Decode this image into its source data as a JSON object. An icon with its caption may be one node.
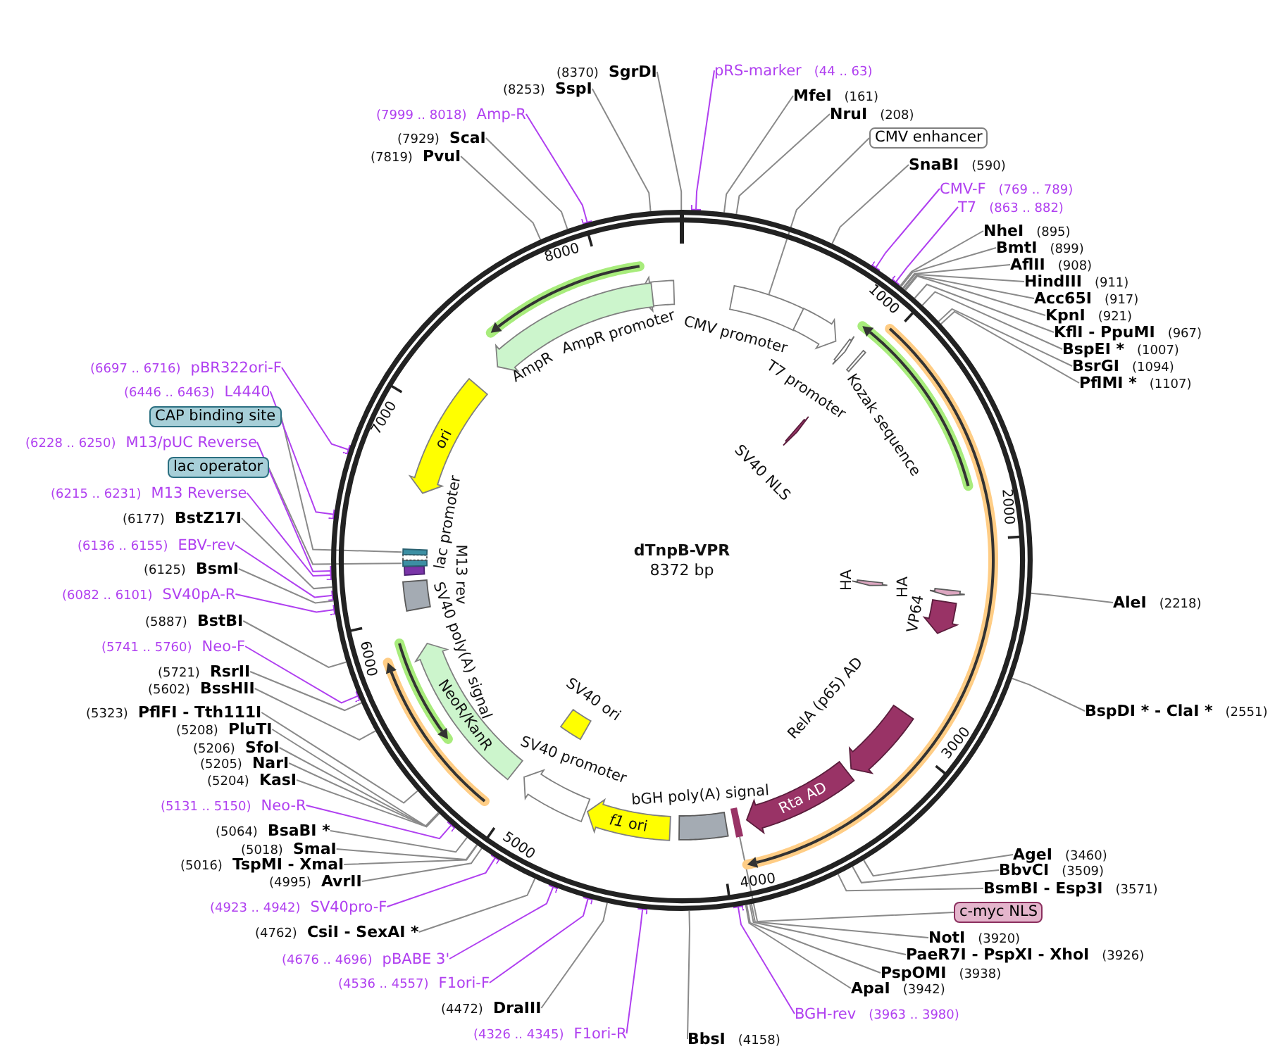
{
  "diagram": {
    "nodes": [
      {
        "text": [
          "dTnpB-VPR",
          "8372 bp"
        ]
      },
      {
        "text": [],
        "shape": "box",
        "in": 0
      },
      {
        "text": [
          "CMV promoter"
        ],
        "in": 0
      },
      {
        "text": [
          "T7 promoter"
        ],
        "in": 0
      },
      {
        "text": [
          "Kozak sequence"
        ],
        "in": 0
      },
      {
        "text": [
          "SV40 NLS"
        ],
        "in": 0
      },
      {
        "text": [
          "HA"
        ],
        "in": 0
      },
      {
        "text": [
          "HA"
        ],
        "in": 0
      },
      {
        "text": [
          "VP64"
        ],
        "in": 0
      },
      {
        "text": [
          "RelA (p65) AD"
        ],
        "in": 0
      },
      {
        "text": [
          "Rta AD"
        ],
        "in": 0
      },
      {
        "text": [],
        "shape": "bar",
        "in": 0
      },
      {
        "text": [
          "bGH poly(A) signal"
        ],
        "in": 0
      },
      {
        "text": [
          "*f1* ori"
        ],
        "in": 0
      },
      {
        "text": [
          "SV40 promoter"
        ],
        "in": 0
      },
      {
        "text": [
          "SV40 ori"
        ],
        "in": 0
      },
      {
        "text": [
          "NeoR/KanR"
        ],
        "in": 0
      },
      {
        "text": [
          "SV40 poly(A) signal"
        ],
        "in": 0
      },
      {
        "text": [
          "M13 rev"
        ],
        "in": 0
      },
      {
        "text": [],
        "shape": "box",
        "in": 0
      },
      {
        "text": [
          "lac promoter"
        ],
        "in": 0
      },
      {
        "text": [],
        "shape": "box",
        "in": 0
      },
      {
        "text": [
          "ori"
        ],
        "in": 0
      },
      {
        "text": [
          "AmpR"
        ],
        "in": 0
      },
      {
        "text": [
          "AmpR promoter"
        ],
        "in": 0
      },
      {
        "text": [
          "pRS-marker",
          "(44 .. 63)"
        ]
      },
      {
        "text": [
          "MfeI",
          "(161)"
        ]
      },
      {
        "text": [
          "NruI",
          "(208)"
        ]
      },
      {
        "text": [
          "CMV enhancer"
        ]
      },
      {
        "text": [
          "SnaBI",
          "(590)"
        ]
      },
      {
        "text": [
          "CMV-F",
          "(769 .. 789)"
        ]
      },
      {
        "text": [
          "T7",
          "(863 .. 882)"
        ]
      },
      {
        "text": [
          "NheI",
          "(895)"
        ]
      },
      {
        "text": [
          "BmtI",
          "(899)"
        ]
      },
      {
        "text": [
          "AflII",
          "(908)"
        ]
      },
      {
        "text": [
          "HindIII",
          "(911)"
        ]
      },
      {
        "text": [
          "Acc65I",
          "(917)"
        ]
      },
      {
        "text": [
          "KpnI",
          "(921)"
        ]
      },
      {
        "text": [
          "KflI - PpuMI",
          "(967)"
        ]
      },
      {
        "text": [
          "BspEI *",
          "(1007)"
        ]
      },
      {
        "text": [
          "BsrGI",
          "(1094)"
        ]
      },
      {
        "text": [
          "PflMI *",
          "(1107)"
        ]
      },
      {
        "text": [
          "AleI",
          "(2218)"
        ]
      },
      {
        "text": [
          "BspDI * - ClaI *",
          "(2551)"
        ]
      },
      {
        "text": [
          "AgeI",
          "(3460)"
        ]
      },
      {
        "text": [
          "BbvCI",
          "(3509)"
        ]
      },
      {
        "text": [
          "BsmBI - Esp3I",
          "(3571)"
        ]
      },
      {
        "text": [
          "c-myc NLS"
        ]
      },
      {
        "text": [
          "NotI",
          "(3920)"
        ]
      },
      {
        "text": [
          "PaeR7I - PspXI - XhoI",
          "(3926)"
        ]
      },
      {
        "text": [
          "PspOMI",
          "(3938)"
        ]
      },
      {
        "text": [
          "ApaI",
          "(3942)"
        ]
      },
      {
        "text": [
          "BGH-rev",
          "(3963 .. 3980)"
        ]
      },
      {
        "text": [
          "BbsI",
          "(4158)"
        ]
      },
      {
        "text": [
          "(4326 .. 4345)",
          "F1ori-R"
        ]
      },
      {
        "text": [
          "(4472)",
          "DraIII"
        ]
      },
      {
        "text": [
          "(4536 .. 4557)",
          "F1ori-F"
        ]
      },
      {
        "text": [
          "(4676 .. 4696)",
          "pBABE 3'"
        ]
      },
      {
        "text": [
          "(4762)",
          "CsiI - SexAI *"
        ]
      },
      {
        "text": [
          "(4923 .. 4942)",
          "SV40pro-F"
        ]
      },
      {
        "text": [
          "(4995)",
          "AvrII"
        ]
      },
      {
        "text": [
          "(5016)",
          "TspMI - XmaI"
        ]
      },
      {
        "text": [
          "(5018)",
          "SmaI"
        ]
      },
      {
        "text": [
          "(5064)",
          "BsaBI *"
        ]
      },
      {
        "text": [
          "(5131 .. 5150)",
          "Neo-R"
        ]
      },
      {
        "text": [
          "(5204)",
          "KasI"
        ]
      },
      {
        "text": [
          "(5205)",
          "NarI"
        ]
      },
      {
        "text": [
          "(5206)",
          "SfoI"
        ]
      },
      {
        "text": [
          "(5208)",
          "PluTI"
        ]
      },
      {
        "text": [
          "(5323)",
          "PflFI - Tth111I"
        ]
      },
      {
        "text": [
          "(5602)",
          "BssHII"
        ]
      },
      {
        "text": [
          "(5721)",
          "RsrII"
        ]
      },
      {
        "text": [
          "(5741 .. 5760)",
          "Neo-F"
        ]
      },
      {
        "text": [
          "(5887)",
          "BstBI"
        ]
      },
      {
        "text": [
          "(6082 .. 6101)",
          "SV40pA-R"
        ]
      },
      {
        "text": [
          "(6125)",
          "BsmI"
        ]
      },
      {
        "text": [
          "(6136 .. 6155)",
          "EBV-rev"
        ]
      },
      {
        "text": [
          "(6177)",
          "BstZ17I"
        ]
      },
      {
        "text": [
          "(6215 .. 6231)",
          "M13 Reverse"
        ]
      },
      {
        "text": [
          "lac operator"
        ]
      },
      {
        "text": [
          "(6228 .. 6250)",
          "M13/pUC Reverse"
        ]
      },
      {
        "text": [
          "CAP binding site"
        ]
      },
      {
        "text": [
          "(6446 .. 6463)",
          "L4440"
        ]
      },
      {
        "text": [
          "(6697 .. 6716)",
          "pBR322ori-F"
        ]
      },
      {
        "text": [
          "(7819)",
          "PvuI"
        ]
      },
      {
        "text": [
          "(7929)",
          "ScaI"
        ]
      },
      {
        "text": [
          "(7999 .. 8018)",
          "Amp-R"
        ]
      },
      {
        "text": [
          "(8253)",
          "SspI"
        ]
      },
      {
        "text": [
          "(8370)",
          "SgrDI"
        ]
      }
    ],
    "edges": [
      {
        "from": 25,
        "to": 0,
        "arrow": "other",
        "color": "#b040f0"
      },
      {
        "from": 26,
        "to": 0,
        "arrow": "none"
      },
      {
        "from": 27,
        "to": 0,
        "arrow": "none"
      },
      {
        "from": 28,
        "to": 1,
        "arrow": "none"
      },
      {
        "from": 29,
        "to": 0,
        "arrow": "none"
      },
      {
        "from": 30,
        "to": 0,
        "arrow": "other",
        "color": "#b040f0"
      },
      {
        "from": 31,
        "to": 0,
        "arrow": "other",
        "color": "#b040f0"
      },
      {
        "from": 32,
        "to": 0,
        "arrow": "none"
      },
      {
        "from": 33,
        "to": 0,
        "arrow": "none"
      },
      {
        "from": 34,
        "to": 0,
        "arrow": "none"
      },
      {
        "from": 35,
        "to": 0,
        "arrow": "none"
      },
      {
        "from": 36,
        "to": 0,
        "arrow": "none"
      },
      {
        "from": 37,
        "to": 0,
        "arrow": "none"
      },
      {
        "from": 38,
        "to": 0,
        "arrow": "none"
      },
      {
        "from": 39,
        "to": 0,
        "arrow": "none"
      },
      {
        "from": 40,
        "to": 0,
        "arrow": "none"
      },
      {
        "from": 41,
        "to": 0,
        "arrow": "none"
      },
      {
        "from": 42,
        "to": 0,
        "arrow": "none"
      },
      {
        "from": 43,
        "to": 0,
        "arrow": "none"
      },
      {
        "from": 44,
        "to": 0,
        "arrow": "none"
      },
      {
        "from": 45,
        "to": 0,
        "arrow": "none"
      },
      {
        "from": 46,
        "to": 0,
        "arrow": "none"
      },
      {
        "from": 47,
        "to": 11,
        "arrow": "none"
      },
      {
        "from": 48,
        "to": 0,
        "arrow": "none"
      },
      {
        "from": 49,
        "to": 0,
        "arrow": "none"
      },
      {
        "from": 50,
        "to": 0,
        "arrow": "none"
      },
      {
        "from": 51,
        "to": 0,
        "arrow": "none"
      },
      {
        "from": 52,
        "to": 0,
        "arrow": "other",
        "color": "#b040f0"
      },
      {
        "from": 53,
        "to": 0,
        "arrow": "none"
      },
      {
        "from": 54,
        "to": 0,
        "arrow": "other",
        "color": "#b040f0"
      },
      {
        "from": 55,
        "to": 0,
        "arrow": "none"
      },
      {
        "from": 56,
        "to": 0,
        "arrow": "other",
        "color": "#b040f0"
      },
      {
        "from": 57,
        "to": 0,
        "arrow": "other",
        "color": "#b040f0"
      },
      {
        "from": 58,
        "to": 0,
        "arrow": "none"
      },
      {
        "from": 59,
        "to": 0,
        "arrow": "other",
        "color": "#b040f0"
      },
      {
        "from": 60,
        "to": 0,
        "arrow": "none"
      },
      {
        "from": 61,
        "to": 0,
        "arrow": "none"
      },
      {
        "from": 62,
        "to": 0,
        "arrow": "none"
      },
      {
        "from": 63,
        "to": 0,
        "arrow": "none"
      },
      {
        "from": 64,
        "to": 0,
        "arrow": "other",
        "color": "#b040f0"
      },
      {
        "from": 65,
        "to": 0,
        "arrow": "none"
      },
      {
        "from": 66,
        "to": 0,
        "arrow": "none"
      },
      {
        "from": 67,
        "to": 0,
        "arrow": "none"
      },
      {
        "from": 68,
        "to": 0,
        "arrow": "none"
      },
      {
        "from": 69,
        "to": 0,
        "arrow": "none"
      },
      {
        "from": 70,
        "to": 0,
        "arrow": "none"
      },
      {
        "from": 71,
        "to": 0,
        "arrow": "none"
      },
      {
        "from": 72,
        "to": 0,
        "arrow": "other",
        "color": "#b040f0"
      },
      {
        "from": 73,
        "to": 0,
        "arrow": "none"
      },
      {
        "from": 74,
        "to": 0,
        "arrow": "other",
        "color": "#b040f0"
      },
      {
        "from": 75,
        "to": 0,
        "arrow": "none"
      },
      {
        "from": 76,
        "to": 0,
        "arrow": "other",
        "color": "#b040f0"
      },
      {
        "from": 77,
        "to": 0,
        "arrow": "none"
      },
      {
        "from": 78,
        "to": 0,
        "arrow": "other",
        "color": "#b040f0"
      },
      {
        "from": 79,
        "to": 19,
        "arrow": "none"
      },
      {
        "from": 80,
        "to": 0,
        "arrow": "other",
        "color": "#b040f0"
      },
      {
        "from": 81,
        "to": 21,
        "arrow": "none"
      },
      {
        "from": 82,
        "to": 0,
        "arrow": "other",
        "color": "#b040f0"
      },
      {
        "from": 83,
        "to": 0,
        "arrow": "other",
        "color": "#b040f0"
      },
      {
        "from": 84,
        "to": 0,
        "arrow": "none"
      },
      {
        "from": 85,
        "to": 0,
        "arrow": "none"
      },
      {
        "from": 86,
        "to": 0,
        "arrow": "other",
        "color": "#b040f0"
      },
      {
        "from": 87,
        "to": 0,
        "arrow": "none"
      },
      {
        "from": 88,
        "to": 0,
        "arrow": "none"
      }
    ],
    "labels": [
      "1000",
      "2000",
      "3000",
      "4000",
      "5000",
      "6000",
      "7000",
      "8000"
    ]
  }
}
